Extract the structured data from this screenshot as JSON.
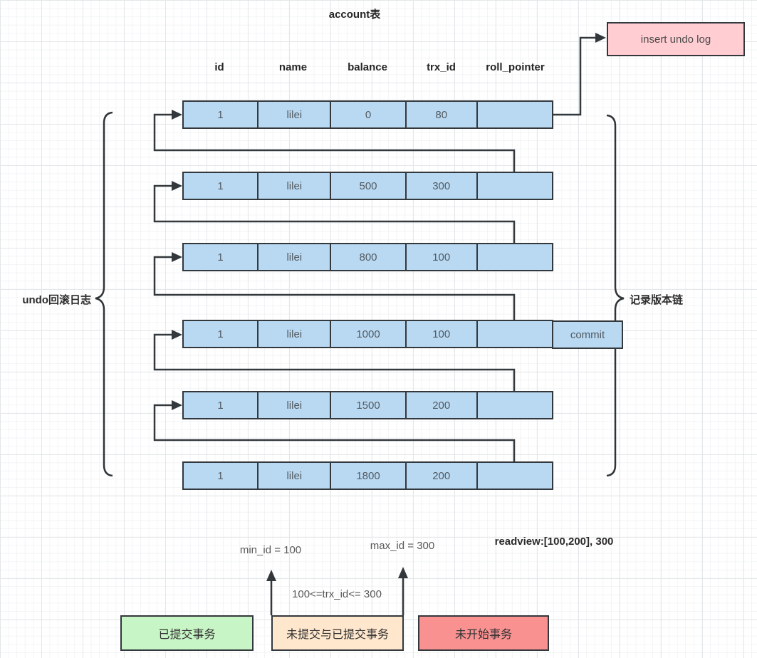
{
  "title": "account表",
  "insert_box": {
    "label": "insert undo log"
  },
  "table": {
    "columns": [
      "id",
      "name",
      "balance",
      "trx_id",
      "roll_pointer"
    ],
    "rows": [
      {
        "id": "1",
        "name": "lilei",
        "balance": "0",
        "trx_id": "80",
        "roll_pointer": ""
      },
      {
        "id": "1",
        "name": "lilei",
        "balance": "500",
        "trx_id": "300",
        "roll_pointer": ""
      },
      {
        "id": "1",
        "name": "lilei",
        "balance": "800",
        "trx_id": "100",
        "roll_pointer": ""
      },
      {
        "id": "1",
        "name": "lilei",
        "balance": "1000",
        "trx_id": "100",
        "roll_pointer": "",
        "note": "commit"
      },
      {
        "id": "1",
        "name": "lilei",
        "balance": "1500",
        "trx_id": "200",
        "roll_pointer": ""
      },
      {
        "id": "1",
        "name": "lilei",
        "balance": "1800",
        "trx_id": "200",
        "roll_pointer": ""
      }
    ]
  },
  "braces": {
    "left_label": "undo回滚日志",
    "right_label": "记录版本链"
  },
  "annotations": {
    "min_id": "min_id = 100",
    "max_id": "max_id = 300",
    "trx_range": "100<=trx_id<= 300",
    "readview": "readview:[100,200], 300"
  },
  "legend": [
    {
      "label": "已提交事务",
      "fill": "#c8f5c5"
    },
    {
      "label": "未提交与已提交事务",
      "fill": "#ffe7cd"
    },
    {
      "label": "未开始事务",
      "fill": "#f99191"
    }
  ],
  "colors": {
    "record_fill": "#b9d9f3",
    "insert_fill": "#ffcdd2",
    "stroke": "#33383d"
  }
}
